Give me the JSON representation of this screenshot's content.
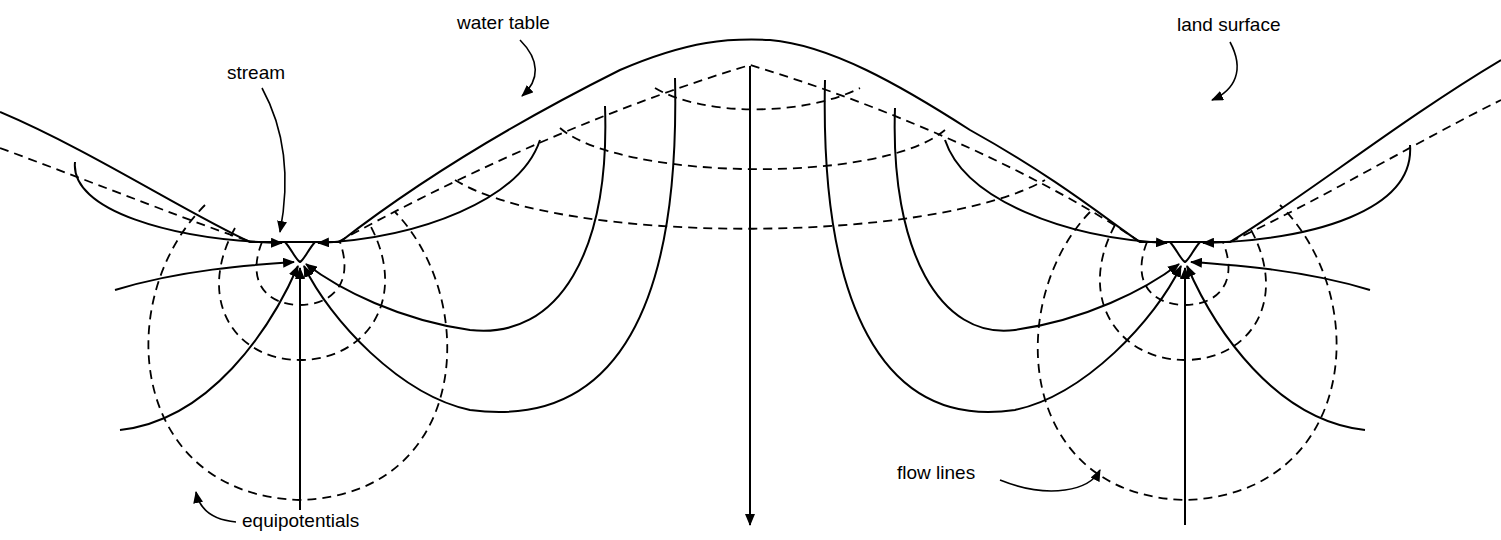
{
  "diagram": {
    "labels": [
      "water table",
      "land surface",
      "stream",
      "equipotentials",
      "flow lines"
    ]
  }
}
